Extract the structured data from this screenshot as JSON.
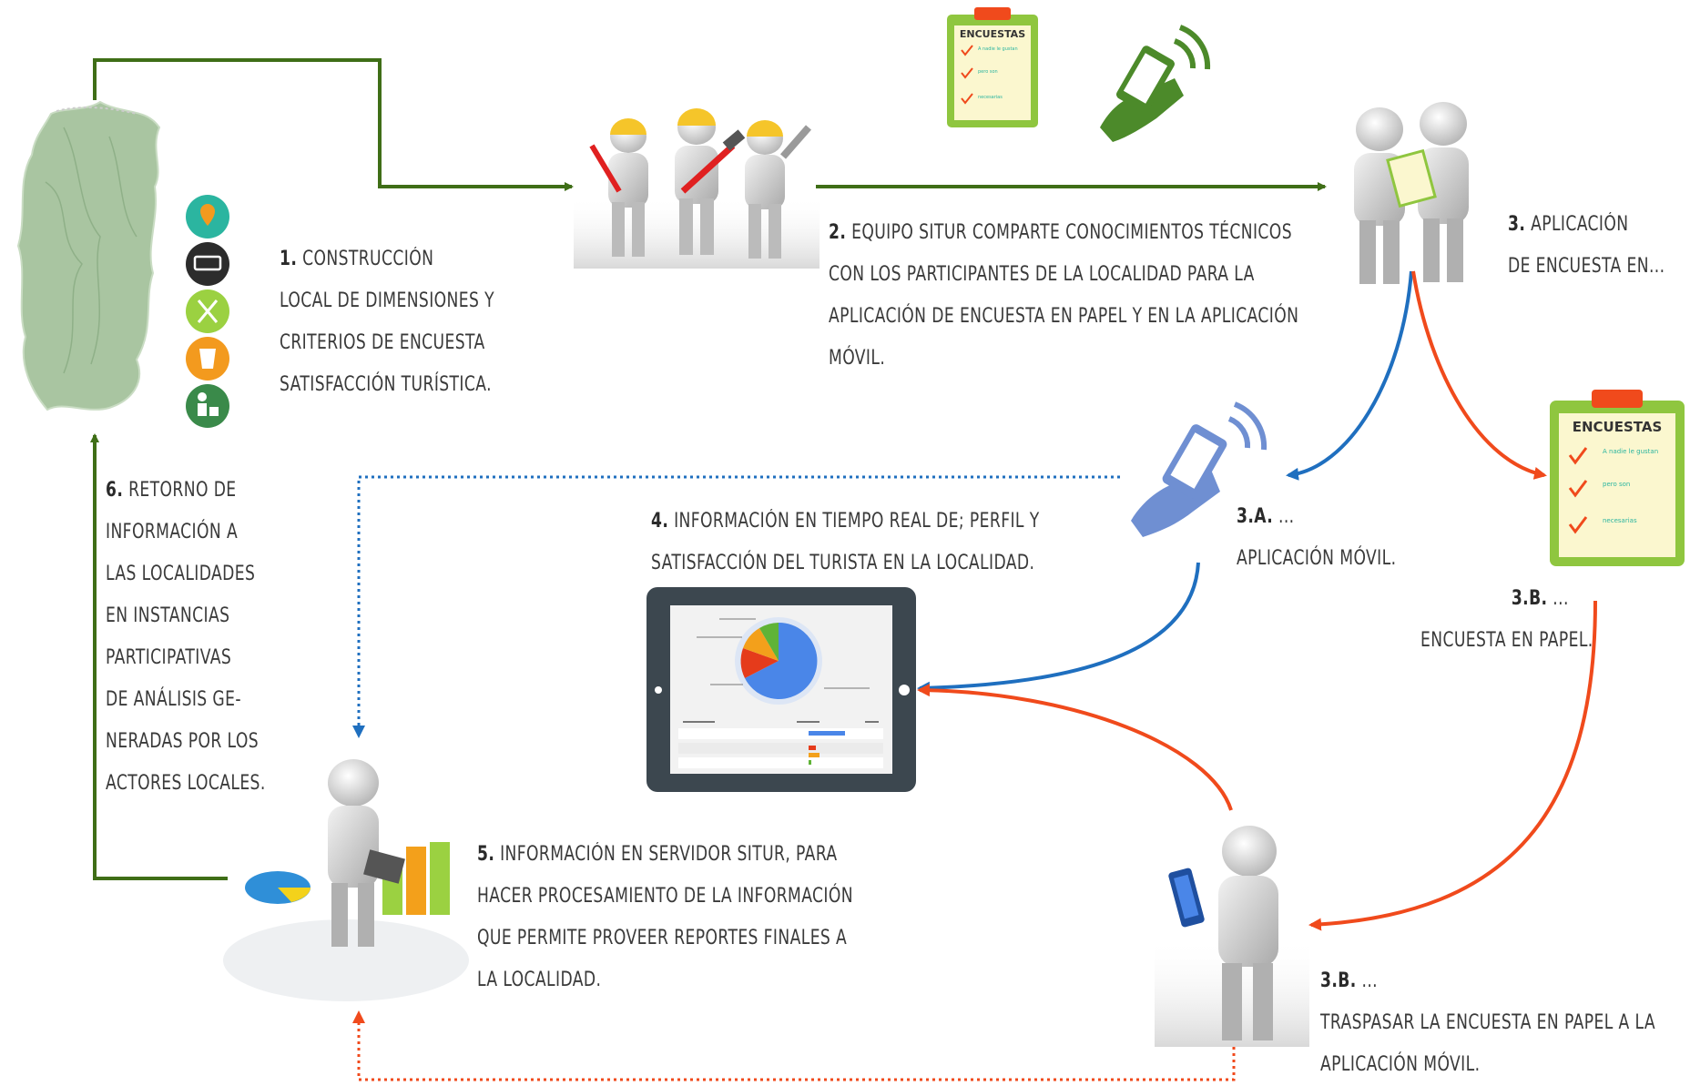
{
  "colors": {
    "green": "#3f6e17",
    "blue": "#1f6fbf",
    "orange": "#f04a1c",
    "map": "#a9c5a1",
    "clipboard_green": "#8fc63f",
    "clipboard_paper": "#fbf7cf",
    "phone_icon": "#4c8a2a",
    "phone_icon_blue": "#6f8fd2",
    "tablet": "#3c474f",
    "pie_blue": "#4a86e8",
    "pie_orange": "#f3a01b",
    "pie_red": "#e53b1b",
    "pie_green": "#5fb337"
  },
  "steps": {
    "s1": {
      "num": "1.",
      "lines": [
        "Construcción",
        "local de dimensiones y",
        "criterios de encuesta",
        "satisfacción turística."
      ]
    },
    "s2": {
      "num": "2.",
      "lines": [
        "Equipo SITUR comparte conocimientos técnicos",
        "con los participantes de la localidad para la",
        "aplicación de encuesta en papel y en la aplicación",
        "móvil."
      ]
    },
    "s3": {
      "num": "3.",
      "lines": [
        "Aplicación",
        "de encuesta en..."
      ]
    },
    "s3a": {
      "num": "3.a.",
      "lines": [
        "...",
        "Aplicación móvil."
      ]
    },
    "s3b_top": {
      "num": "3.b.",
      "lines": [
        "...",
        "Encuesta en papel."
      ]
    },
    "s3b_bottom": {
      "num": "3.b.",
      "lines": [
        "...",
        "Traspasar la encuesta en papel a la",
        "aplicación móvil."
      ]
    },
    "s4": {
      "num": "4.",
      "lines": [
        "Información en tiempo real de; perfil y",
        "satisfacción del turista en la localidad."
      ]
    },
    "s5": {
      "num": "5.",
      "lines": [
        "Información en servidor SITUR, para",
        "hacer procesamiento de la información",
        "que permite proveer reportes finales a",
        "la localidad."
      ]
    },
    "s6": {
      "num": "6.",
      "lines": [
        "Retorno de",
        "información a",
        "las localidades",
        "en instancias",
        "participativas",
        "de análisis ge-",
        "neradas por los",
        "actores locales."
      ]
    }
  },
  "clipboard_small": {
    "title": "ENCUESTAS",
    "items": [
      "A nadie le gustan",
      "pero son",
      "necesarias"
    ]
  },
  "clipboard_large": {
    "title": "ENCUESTAS",
    "items": [
      "A nadie le gustan",
      "pero son",
      "necesarias"
    ]
  },
  "map_icons": [
    "map-pin-icon",
    "bed-icon",
    "fork-knife-icon",
    "drink-icon",
    "person-luggage-icon"
  ],
  "map_icon_colors": [
    "#2bb5a0",
    "#2c2c2c",
    "#9bd141",
    "#f39a1e",
    "#3a8a4a"
  ]
}
